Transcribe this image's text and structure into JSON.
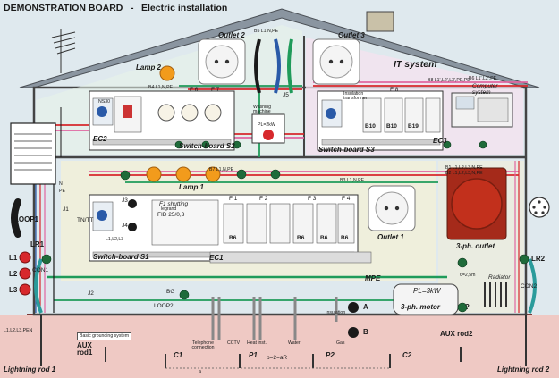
{
  "title": "DEMONSTRATION BOARD",
  "subtitle": "Electric installation",
  "labels": {
    "outlet2": "Outlet 2",
    "outlet3": "Outlet 3",
    "outlet1": "Outlet 1",
    "outlet3ph": "3-ph. outlet",
    "lamp2": "Lamp 2",
    "lamp1": "Lamp 1",
    "it_system": "IT system",
    "computer_system": "Computer system",
    "insulation_transformer": "Insulation transformer",
    "washing_machine": "Washing machine",
    "pl_2kw": "PL=2kW",
    "pl_3kw": "PL=3kW",
    "motor_3ph": "3-ph. motor",
    "radiator": "Radiator",
    "switchboard_s1": "Switch-board S1",
    "switchboard_s2": "Switch-board S2",
    "switchboard_s3": "Switch-board S3",
    "ec1": "EC1",
    "ec2": "EC2",
    "ec3": "EC3",
    "mpe": "MPE",
    "f1_shutting": "F1 shutting",
    "fid": "FID 25/0,3",
    "lr1": "LR1",
    "lr2": "LR2",
    "l1": "L1",
    "l2": "L2",
    "l3": "L3",
    "loop1": "LOOP1",
    "loop2": "LOOP2",
    "con1": "CON1",
    "con2": "CON2",
    "tn_tt": "TN/TT",
    "j1": "J1",
    "j2": "J2",
    "j3": "J3",
    "j4": "J4",
    "j5": "J5",
    "bg": "BG",
    "a": "A",
    "b": "B",
    "basic_grounding": "Basic grounding system",
    "telephone_connection": "Telephone connection",
    "cctv": "CCTV",
    "heat_inst": "Heat inst.",
    "water": "Water",
    "gas": "Gas",
    "insulation": "Insulation",
    "aux_rod1": "AUX rod1",
    "aux_rod2": "AUX rod2",
    "lightning_rod1": "Lightning rod 1",
    "lightning_rod2": "Lightning rod 2",
    "c1": "C1",
    "c2": "C2",
    "p1": "P1",
    "p2": "P2",
    "p_ar": "p=2=aR",
    "a_ground": "a",
    "theta": "θ=2,5m",
    "f1": "F 1",
    "f2": "F 2",
    "f3": "F 3",
    "f4": "F 4",
    "f6": "F 6",
    "f7": "F 7",
    "f8": "F 8",
    "b6a": "B6",
    "b6b": "B6",
    "b6c": "B6",
    "b6d": "B6",
    "b10a": "B10",
    "b10b": "B10",
    "b19": "B19",
    "question": "?",
    "bus_b1": "B1 L1,L2,L3,N,PE",
    "bus_b2": "B2 L1,L2,L3,N,PE",
    "bus_b3": "B3 L1,N,PE",
    "bus_b4": "B4 L1,N,PE",
    "bus_b5": "B5 L1,N,PE",
    "bus_b6": "B6 L1',L2',PE",
    "bus_b7": "B7 L1,N,PE",
    "bus_b8": "B8 L1',L2',L3',PE,PE",
    "l123": "L1,L2,L3",
    "l123npe": "L1,L2,L3,PEN",
    "n_label": "N",
    "pe_label": "PE",
    "legrand": "legrand",
    "ns30": "NS30"
  },
  "colors": {
    "board_bg": "#dfe9ee",
    "ground_bg": "#efc9c4",
    "panel_cream": "#f1efd9",
    "wire_red": "#d7282c",
    "wire_pink": "#e066a0",
    "wire_green": "#1f9b5a",
    "wire_black": "#1a1a1a",
    "wire_blue": "#2a5aa8",
    "red_outlet": "#c2301c",
    "lamp_orange": "#f29b1c"
  }
}
